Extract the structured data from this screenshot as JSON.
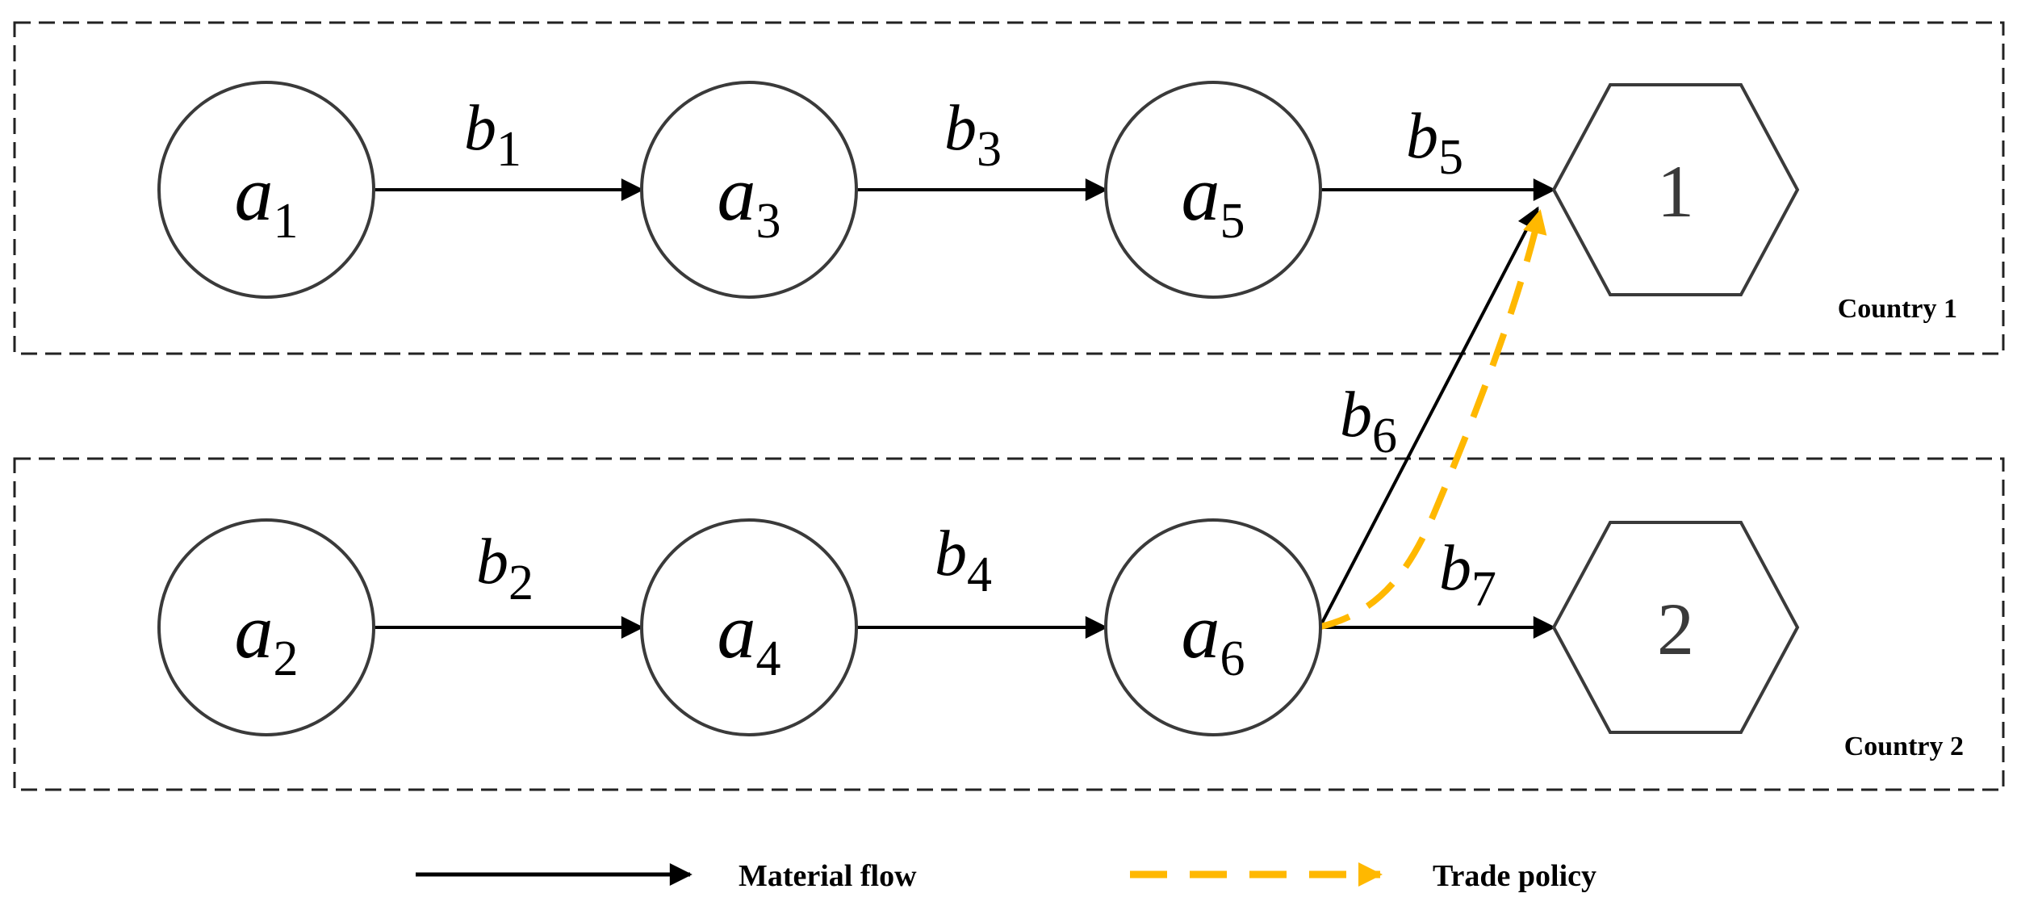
{
  "colors": {
    "line": "#000000",
    "node_stroke": "#3a3a3a",
    "region_border": "#222222",
    "trade_policy": "#FFB800"
  },
  "regions": [
    {
      "id": "country-1",
      "label": "Country 1"
    },
    {
      "id": "country-2",
      "label": "Country 2"
    }
  ],
  "nodes": [
    {
      "id": "a1",
      "base": "a",
      "sub": "1"
    },
    {
      "id": "a2",
      "base": "a",
      "sub": "2"
    },
    {
      "id": "a3",
      "base": "a",
      "sub": "3"
    },
    {
      "id": "a4",
      "base": "a",
      "sub": "4"
    },
    {
      "id": "a5",
      "base": "a",
      "sub": "5"
    },
    {
      "id": "a6",
      "base": "a",
      "sub": "6"
    }
  ],
  "markets": [
    {
      "id": "m1",
      "label": "1"
    },
    {
      "id": "m2",
      "label": "2"
    }
  ],
  "edges": [
    {
      "id": "b1",
      "base": "b",
      "sub": "1",
      "from": "a1",
      "to": "a3"
    },
    {
      "id": "b2",
      "base": "b",
      "sub": "2",
      "from": "a2",
      "to": "a4"
    },
    {
      "id": "b3",
      "base": "b",
      "sub": "3",
      "from": "a3",
      "to": "a5"
    },
    {
      "id": "b4",
      "base": "b",
      "sub": "4",
      "from": "a4",
      "to": "a6"
    },
    {
      "id": "b5",
      "base": "b",
      "sub": "5",
      "from": "a5",
      "to": "1"
    },
    {
      "id": "b6",
      "base": "b",
      "sub": "6",
      "from": "a6",
      "to": "1"
    },
    {
      "id": "b7",
      "base": "b",
      "sub": "7",
      "from": "a6",
      "to": "2"
    }
  ],
  "trade_policy_link": {
    "from": "a6",
    "to": "1"
  },
  "legend": {
    "material_flow": "Material flow",
    "trade_policy": "Trade policy"
  }
}
